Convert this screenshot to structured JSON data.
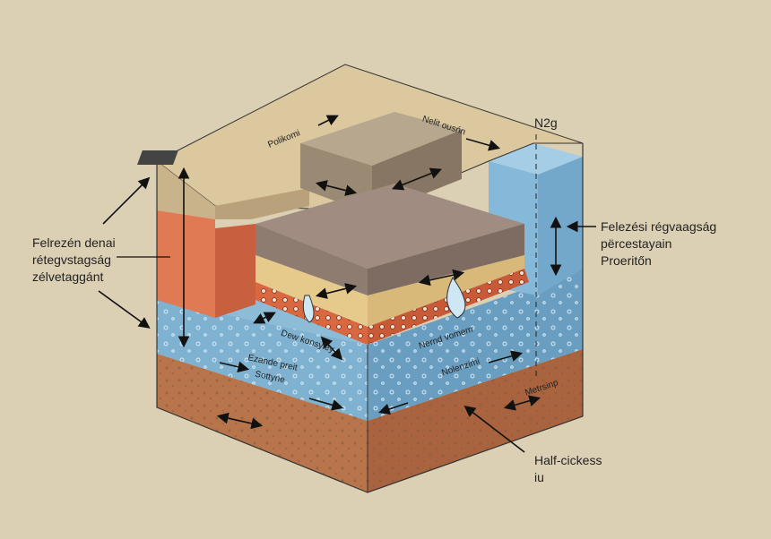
{
  "labels": {
    "top_left": "Polikomi",
    "top_middle": "Nelit ousńn",
    "top_right": "N2g",
    "right_callout": [
      "Felezési régvaagság",
      "përcestayain",
      "Proeritőn"
    ],
    "left_callout": [
      "Felrezén denai",
      "rétegvstagság",
      "zélvetaggánt"
    ],
    "dew": "Dew konsyley",
    "ezande": "Ezande preit",
    "sottyne": "Sottyne",
    "nernd": "Nernd vomem",
    "nolenzimi": "Nolenzimi",
    "metrsinp": "Metrsinp",
    "bottom_callout": [
      "Half-cickess",
      "iu"
    ]
  },
  "colors": {
    "background": "#dcd0b4",
    "soil_top": "#d8c39a",
    "water": "#7fb0cf",
    "clay": "#b87850",
    "orange": "#e07a55",
    "sand": "#e2c78a"
  }
}
